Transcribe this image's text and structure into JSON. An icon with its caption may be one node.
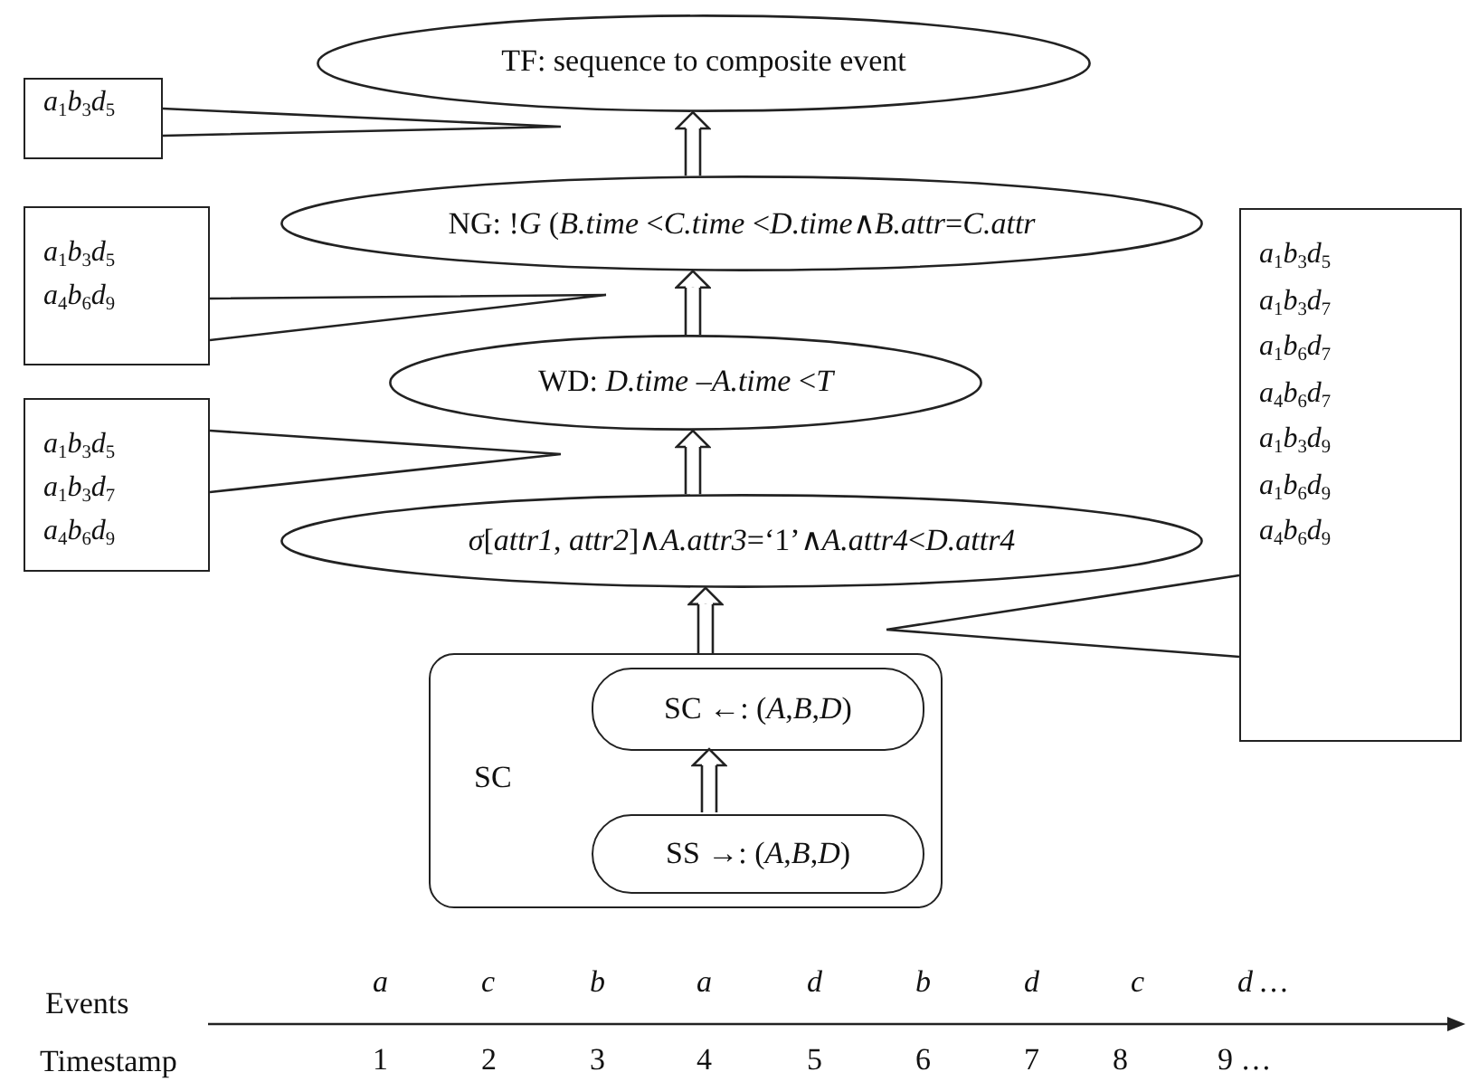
{
  "diagram": {
    "nodes": [
      {
        "text": [
          "TF: sequence to composite event"
        ]
      },
      {
        "text": [
          "*a*$_{1}$*b*$_{3}$*d*$_{5}$"
        ]
      },
      {
        "text": [
          "NG: !*G* (*B.time* <*C.time* <*D.time*∧*B.attr*=*C.attr*"
        ]
      },
      {
        "text": [
          "*a*$_{1}$*b*$_{3}$*d*$_{5}$",
          "*a*$_{4}$*b*$_{6}$*d*$_{9}$"
        ]
      },
      {
        "text": [
          "WD: *D.time* –*A.time* <*T*"
        ]
      },
      {
        "text": [
          "*a*$_{1}$*b*$_{3}$*d*$_{5}$",
          "*a*$_{1}$*b*$_{3}$*d*$_{7}$",
          "*a*$_{4}$*b*$_{6}$*d*$_{9}$"
        ]
      },
      {
        "text": [
          "*a*$_{1}$*b*$_{3}$*d*$_{5}$",
          "*a*$_{1}$*b*$_{3}$*d*$_{7}$",
          "*a*$_{1}$*b*$_{6}$*d*$_{7}$",
          "*a*$_{4}$*b*$_{6}$*d*$_{7}$",
          "*a*$_{1}$*b*$_{3}$*d*$_{9}$",
          "*a*$_{1}$*b*$_{6}$*d*$_{9}$",
          "*a*$_{4}$*b*$_{6}$*d*$_{9}$"
        ]
      },
      {
        "text": [
          "*σ*[*attr1*, *attr2*]∧*A.attr3*=‘1’∧*A.attr4*<*D.attr4*"
        ]
      },
      {
        "text": [
          "SC"
        ]
      },
      {
        "text": [
          "SC ←: (*A*,*B*,*D*)"
        ],
        "in": 8
      },
      {
        "text": [
          "SS →: (*A*,*B*,*D*)"
        ],
        "in": 8
      }
    ],
    "edges": [
      {
        "from": 10,
        "to": 9,
        "arrow": "to"
      },
      {
        "from": 8,
        "to": 7,
        "arrow": "to"
      },
      {
        "from": 7,
        "to": 4,
        "arrow": "to"
      },
      {
        "from": 4,
        "to": 2,
        "arrow": "to"
      },
      {
        "from": 2,
        "to": 0,
        "arrow": "to"
      },
      {
        "from": 1,
        "to": null,
        "arrow": "none"
      },
      {
        "from": 3,
        "to": null,
        "arrow": "none"
      },
      {
        "from": 5,
        "to": null,
        "arrow": "none"
      },
      {
        "from": 6,
        "to": null,
        "arrow": "none"
      }
    ],
    "labels": [
      "Events",
      "a",
      "c",
      "b",
      "a",
      "d",
      "b",
      "d",
      "c",
      "d …",
      "Timestamp",
      "1",
      "2",
      "3",
      "4",
      "5",
      "6",
      "7",
      "8",
      "9 …"
    ]
  }
}
